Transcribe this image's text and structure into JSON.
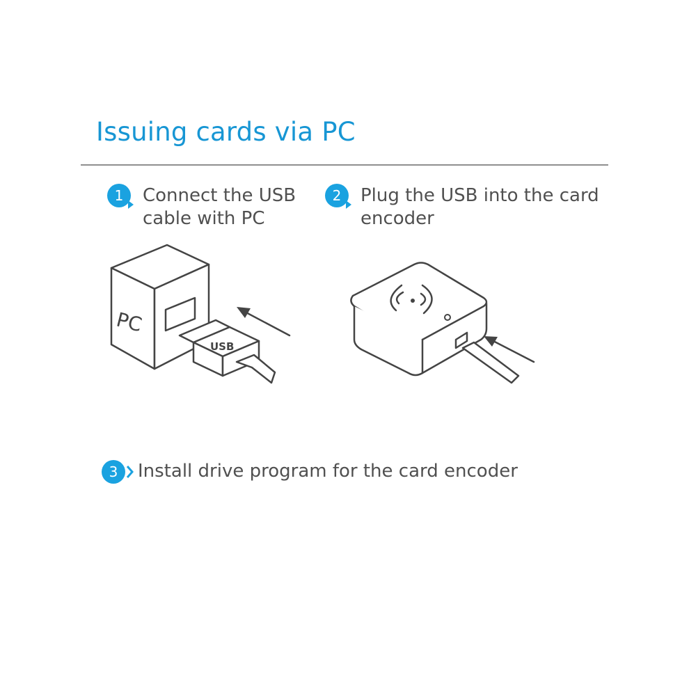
{
  "title": "Issuing cards via PC",
  "steps": [
    {
      "number": "1",
      "line1": "Connect the USB",
      "line2": "cable with PC"
    },
    {
      "number": "2",
      "line1": "Plug the USB into the card",
      "line2": "encoder"
    },
    {
      "number": "3",
      "line1": "Install drive program for the card encoder"
    }
  ],
  "illustrations": {
    "pc_label": "PC",
    "usb_label": "USB"
  },
  "colors": {
    "accent": "#1796d4",
    "badge": "#1aa2e0",
    "line_art": "#444444"
  }
}
